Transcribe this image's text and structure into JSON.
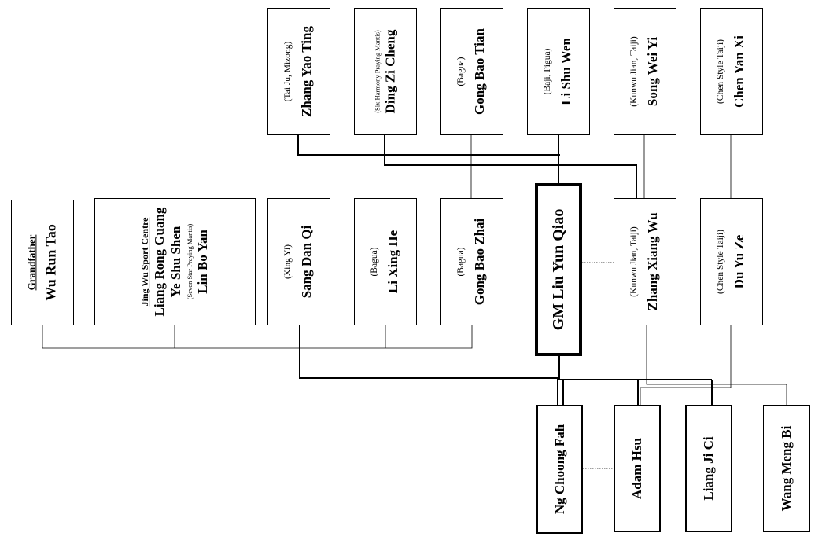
{
  "diagram": {
    "top_row": [
      {
        "style": "Tai Ju, Mizong",
        "name": "Zhang Yao Ting"
      },
      {
        "style": "Six Harmony Praying Mantis",
        "name": "Ding Zi Cheng"
      },
      {
        "style": "Bagua",
        "name": "Gong Bao Tian"
      },
      {
        "style": "Baji, Pigua",
        "name": "Li Shu Wen"
      },
      {
        "style": "Kunwu Jian, Taiji",
        "name": "Song Wei Yi"
      },
      {
        "style": "Chen Style Taiji",
        "name": "Chen Yan Xi"
      }
    ],
    "middle_row": {
      "grandfather": {
        "label": "Grandfather",
        "name": "Wu Run Tao"
      },
      "jing_wu": {
        "label": "Jing Wu Sport Centre",
        "name_1": "Liang Rong Guang",
        "name_2": "Ye Shu Shen",
        "style_3": "Seven Star Praying Mantis",
        "name_3": "Lin Bo Yan"
      },
      "teachers": [
        {
          "style": "Xing Yi",
          "name": "Sang Dan Qi"
        },
        {
          "style": "Bagua",
          "name": "Li Xing He"
        },
        {
          "style": "Bagua",
          "name": "Gong Bao Zhai"
        }
      ],
      "main": {
        "name": "GM Liu Yun Qiao"
      },
      "peers": [
        {
          "style": "Kunwu Jian, Taiji",
          "name": "Zhang Xiang Wu"
        },
        {
          "style": "Chen Style Taiji",
          "name": "Du Yu Ze"
        }
      ]
    },
    "bottom_row": [
      {
        "name": "Ng Choong Fah"
      },
      {
        "name": "Adam Hsu"
      },
      {
        "name": "Liang Ji Ci"
      },
      {
        "name": "Wang Meng Bi"
      }
    ]
  }
}
